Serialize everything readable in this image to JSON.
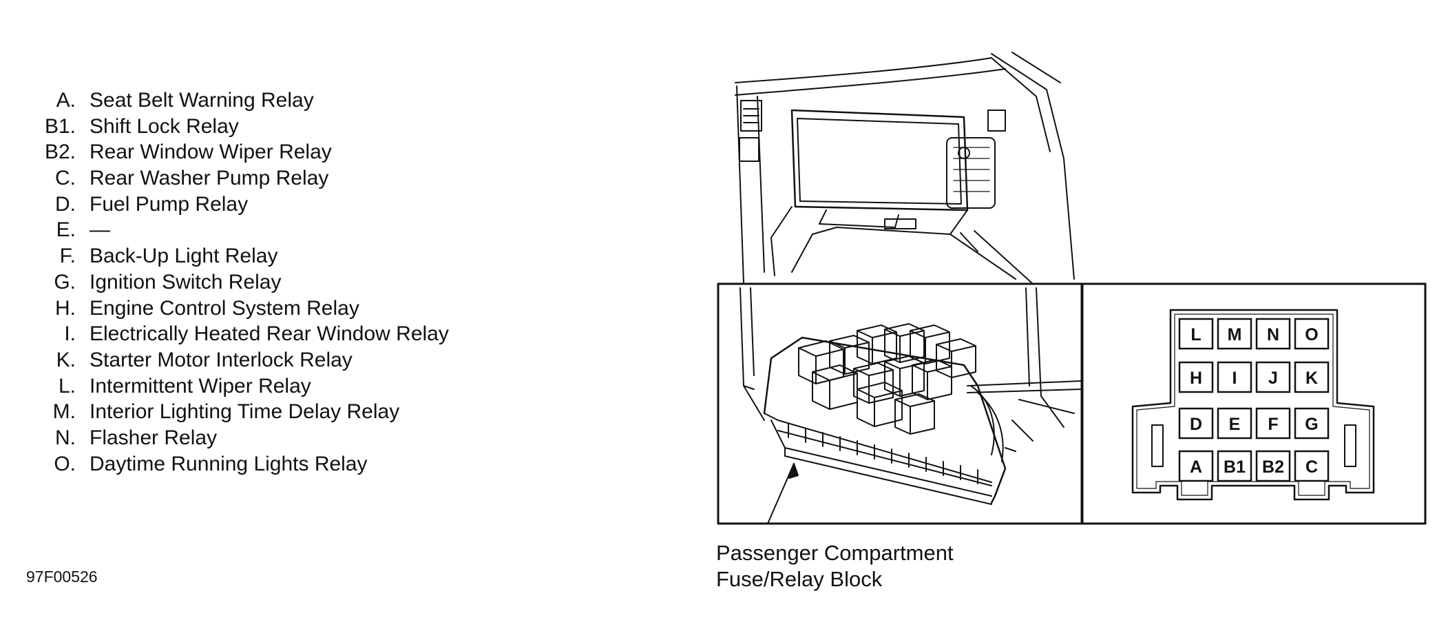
{
  "legend": [
    {
      "key": "A.",
      "text": "Seat Belt Warning Relay"
    },
    {
      "key": "B1.",
      "text": "Shift Lock Relay"
    },
    {
      "key": "B2.",
      "text": "Rear Window Wiper Relay"
    },
    {
      "key": "C.",
      "text": "Rear Washer Pump Relay"
    },
    {
      "key": "D.",
      "text": "Fuel Pump Relay"
    },
    {
      "key": "E.",
      "text": "—"
    },
    {
      "key": "F.",
      "text": "Back-Up Light Relay"
    },
    {
      "key": "G.",
      "text": "Ignition Switch Relay"
    },
    {
      "key": "H.",
      "text": "Engine Control System Relay"
    },
    {
      "key": "I.",
      "text": "Electrically Heated Rear Window Relay"
    },
    {
      "key": "K.",
      "text": "Starter Motor Interlock  Relay"
    },
    {
      "key": "L.",
      "text": "Intermittent Wiper Relay"
    },
    {
      "key": "M.",
      "text": "Interior Lighting Time Delay Relay"
    },
    {
      "key": "N.",
      "text": "Flasher  Relay"
    },
    {
      "key": "O.",
      "text": "Daytime Running Lights Relay"
    }
  ],
  "relay_grid": [
    [
      "L",
      "M",
      "N",
      "O"
    ],
    [
      "H",
      "I",
      "J",
      "K"
    ],
    [
      "D",
      "E",
      "F",
      "G"
    ],
    [
      "A",
      "B1",
      "B2",
      "C"
    ]
  ],
  "caption": {
    "line1": "Passenger Compartment",
    "line2": "Fuse/Relay Block"
  },
  "figure_id": "97F00526"
}
